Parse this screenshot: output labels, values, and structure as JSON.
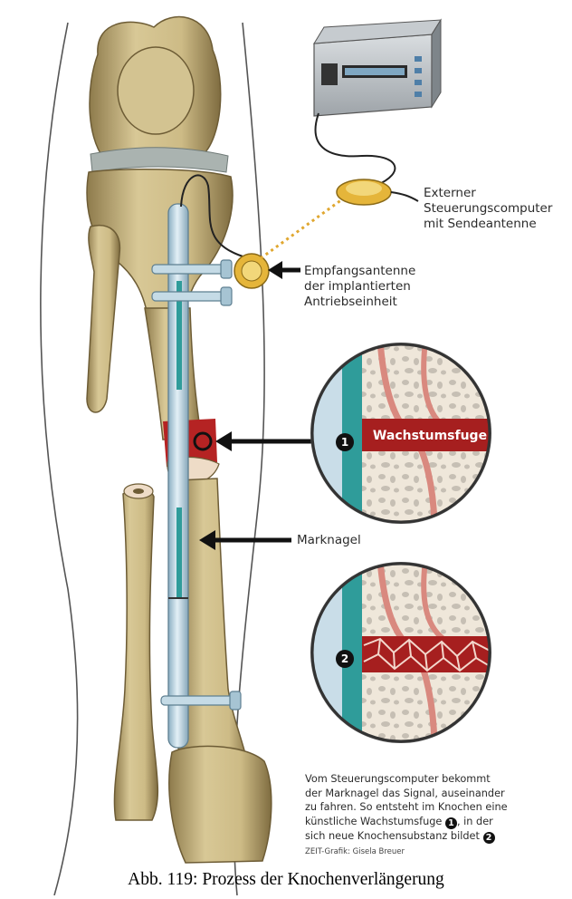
{
  "labels": {
    "external": [
      "Externer",
      "Steuerungscomputer",
      "mit Sendeantenne"
    ],
    "receiver": [
      "Empfangsantenne",
      "der implantierten",
      "Antriebseinheit"
    ],
    "growth_zone": "Wachstumsfuge",
    "nail": "Marknagel",
    "marker_1": "1",
    "marker_2": "2"
  },
  "description": {
    "line1": "Vom Steuerungscomputer bekommt",
    "line2": "der Marknagel das Signal, auseinander",
    "line3": "zu fahren. So entsteht im Knochen eine",
    "line4a": "künstliche Wachstumsfuge",
    "line4b": ", in der",
    "line5": "sich neue Knochensubstanz bildet",
    "marker_1": "1",
    "marker_2": "2"
  },
  "credit": "ZEIT-Grafik: Gisela Breuer",
  "caption": "Abb. 119: Prozess der Knochenverlängerung",
  "colors": {
    "bone": "#c9b98a",
    "bone_dark": "#8f7c4f",
    "growth_red": "#a61f1f",
    "nail_blue": "#b9d3e0",
    "teal": "#2f9c9a",
    "gold": "#e5b53a"
  }
}
